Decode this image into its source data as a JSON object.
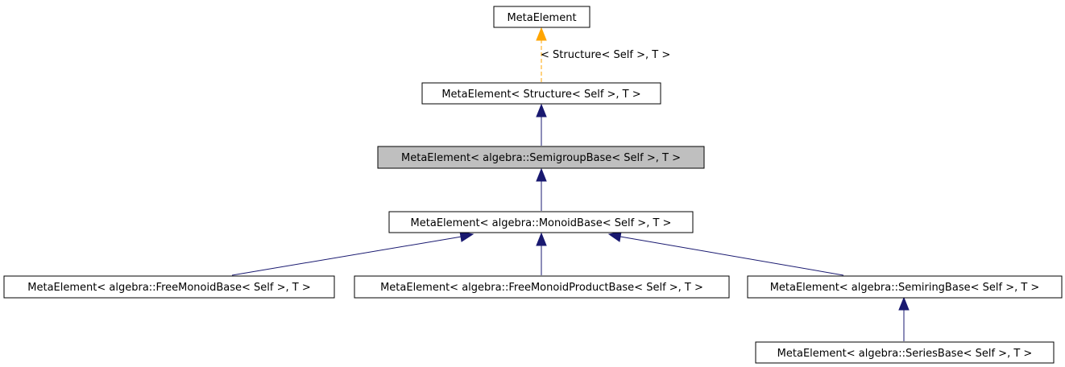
{
  "nodes": {
    "meta_element": "MetaElement",
    "meta_structure": "MetaElement< Structure< Self >, T >",
    "meta_semigroup": "MetaElement< algebra::SemigroupBase< Self >, T >",
    "meta_monoid": "MetaElement< algebra::MonoidBase< Self >, T >",
    "meta_free_monoid": "MetaElement< algebra::FreeMonoidBase< Self >, T >",
    "meta_free_monoid_product": "MetaElement< algebra::FreeMonoidProductBase< Self >, T >",
    "meta_semiring": "MetaElement< algebra::SemiringBase< Self >, T >",
    "meta_series": "MetaElement< algebra::SeriesBase< Self >, T >"
  },
  "edge_labels": {
    "template_instantiation": "< Structure< Self >, T >"
  },
  "colors": {
    "node_fill": "#ffffff",
    "highlighted_fill": "#bfbfbf",
    "inheritance_edge": "#191970",
    "template_edge": "#ffa500"
  }
}
